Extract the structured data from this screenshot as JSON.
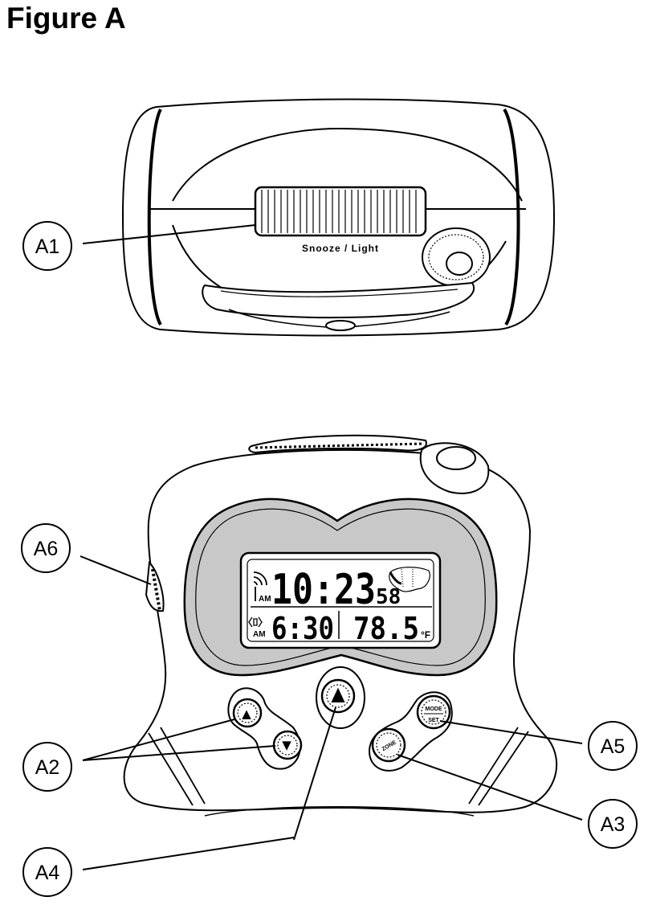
{
  "figure_title": "Figure A",
  "top_view": {
    "snooze_label": "Snooze / Light"
  },
  "callouts": {
    "a1": "A1",
    "a2": "A2",
    "a3": "A3",
    "a4": "A4",
    "a5": "A5",
    "a6": "A6"
  },
  "display": {
    "time_ampm": "AM",
    "time": "10:23",
    "seconds": "58",
    "alarm_ampm": "AM",
    "alarm_time": "6:30",
    "temperature": "78.5",
    "temp_unit": "°F"
  },
  "buttons": {
    "mode": "MODE",
    "set": "SET",
    "zone": "ZONE",
    "up_glyph": "▲",
    "down_glyph": "▼"
  },
  "colors": {
    "line": "#000000",
    "bezel_fill": "#c8c8c8",
    "device_fill": "#ffffff"
  }
}
